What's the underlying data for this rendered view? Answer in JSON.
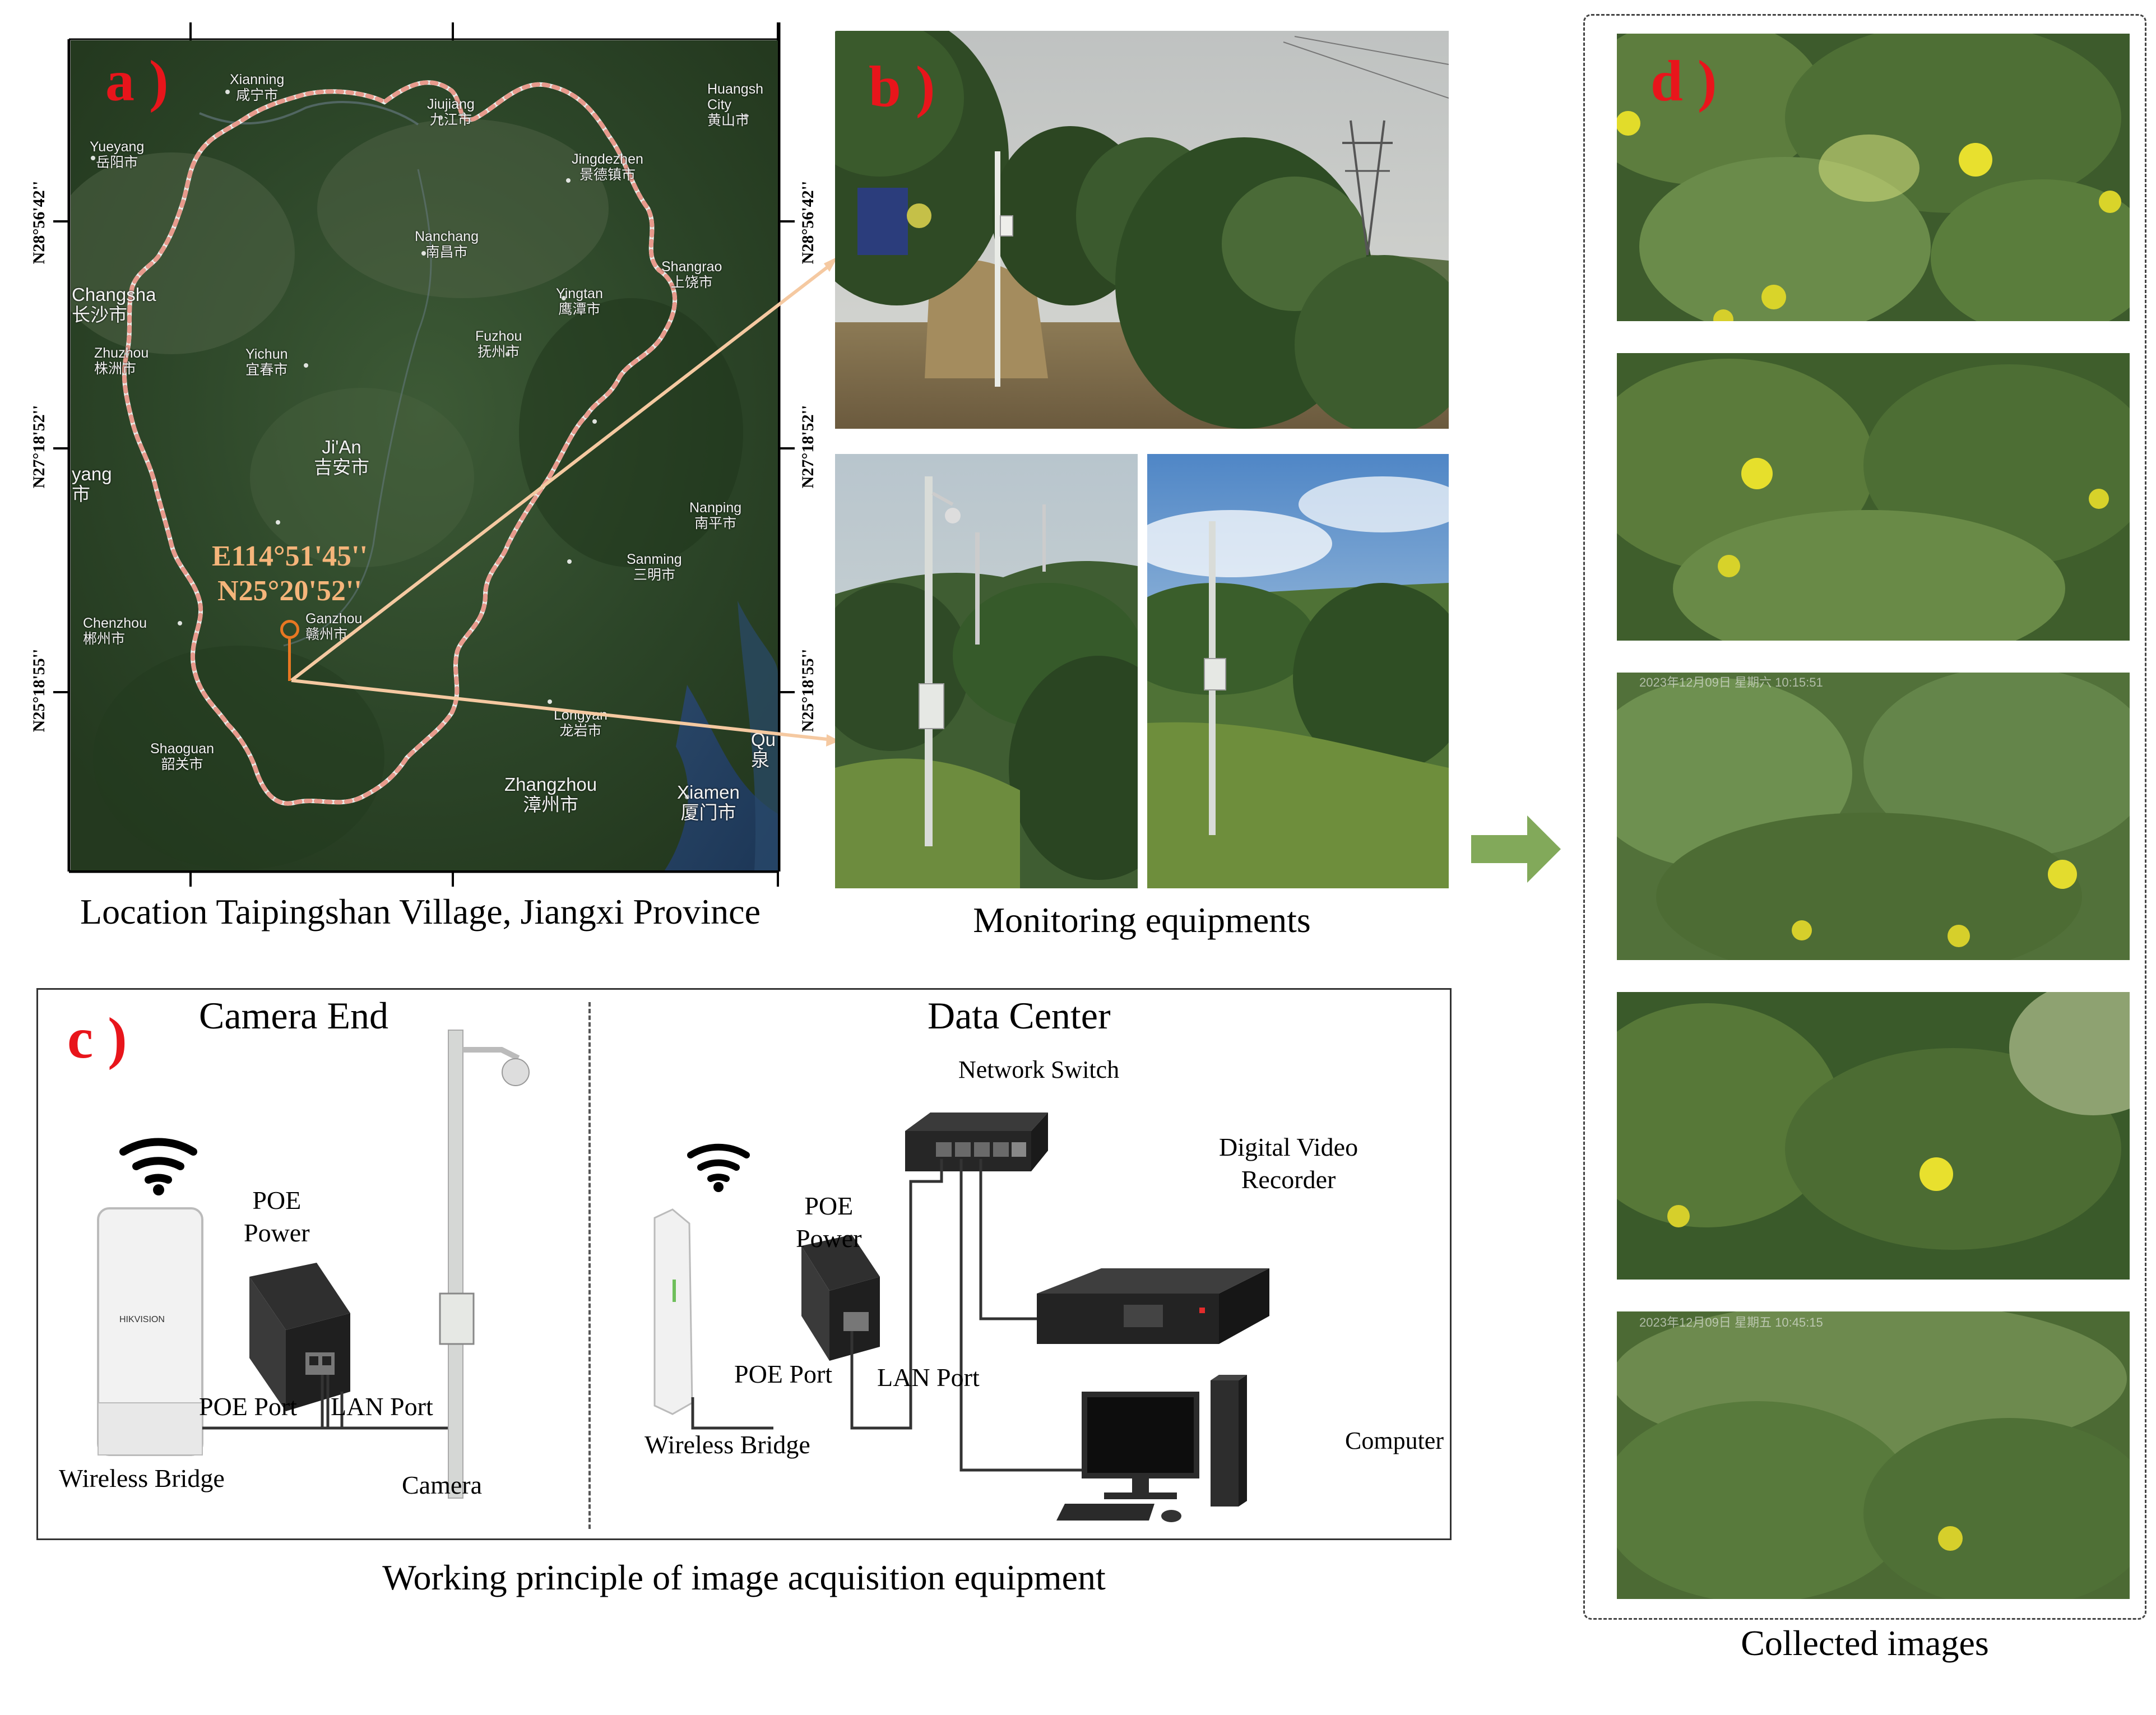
{
  "panel_a": {
    "letter": "a )",
    "caption": "Location Taipingshan Village, Jiangxi Province",
    "coords_label": [
      "E114°51'45''",
      "N25°20'52''"
    ],
    "left_ticks": [
      "N28°56'42''",
      "N27°18'52''",
      "N25°18'55''"
    ],
    "right_ticks": [
      "N28°56'42''",
      "N27°18'52''",
      "N25°18'55''"
    ],
    "cities": [
      {
        "en": "Xianning",
        "cn": "咸宁市"
      },
      {
        "en": "Yueyang",
        "cn": "岳阳市"
      },
      {
        "en": "Jiujiang",
        "cn": "九江市"
      },
      {
        "en": "Huangshan City",
        "cn": "黄山市"
      },
      {
        "en": "Jingdezhen",
        "cn": "景德镇市"
      },
      {
        "en": "Nanchang",
        "cn": "南昌市"
      },
      {
        "en": "Changsha",
        "cn": "长沙市"
      },
      {
        "en": "Shangrao",
        "cn": "上饶市"
      },
      {
        "en": "Yingtan",
        "cn": "鹰潭市"
      },
      {
        "en": "Fuzhou",
        "cn": "抚州市"
      },
      {
        "en": "Zhuzhou",
        "cn": "株洲市"
      },
      {
        "en": "Yichun",
        "cn": "宜春市"
      },
      {
        "en": "Ji'An",
        "cn": "吉安市"
      },
      {
        "en": "Nanping",
        "cn": "南平市"
      },
      {
        "en": "Sanming",
        "cn": "三明市"
      },
      {
        "en": "Ganzhou",
        "cn": "赣州市"
      },
      {
        "en": "Chenzhou",
        "cn": "郴州市"
      },
      {
        "en": "Longyan",
        "cn": "龙岩市"
      },
      {
        "en": "Shaoguan",
        "cn": "韶关市"
      },
      {
        "en": "Zhangzhou",
        "cn": "漳州市"
      },
      {
        "en": "Xiamen",
        "cn": "厦门市"
      },
      {
        "en": "yang",
        "cn": "市"
      },
      {
        "en": "Qu",
        "cn": "泉"
      }
    ]
  },
  "panel_b": {
    "letter": "b )",
    "caption": "Monitoring equipments"
  },
  "panel_c": {
    "letter": "c )",
    "caption": "Working principle of image acquisition equipment",
    "camera_end": {
      "title": "Camera End",
      "poe_power": [
        "POE",
        "Power"
      ],
      "poe_port": "POE Port",
      "lan_port": "LAN Port",
      "wireless_bridge": "Wireless Bridge",
      "camera": "Camera",
      "bridge_brand": "HIKVISION"
    },
    "data_center": {
      "title": "Data Center",
      "network_switch": "Network Switch",
      "dvr": [
        "Digital Video",
        "Recorder"
      ],
      "poe_power": [
        "POE",
        "Power"
      ],
      "poe_port": "POE Port",
      "lan_port": "LAN Port",
      "wireless_bridge": "Wireless Bridge",
      "computer": "Computer"
    }
  },
  "panel_d": {
    "letter": "d )",
    "caption": "Collected images",
    "timestamps": [
      "",
      "",
      "2023年12月09日 星期六 10:15:51",
      "",
      "2023年12月09日 星期五 10:45:15"
    ]
  },
  "colors": {
    "label_red": "#e8151b",
    "coord_orange": "#f5b57a",
    "arrow_green": "#82a95a",
    "boundary": "#e79a8c"
  }
}
